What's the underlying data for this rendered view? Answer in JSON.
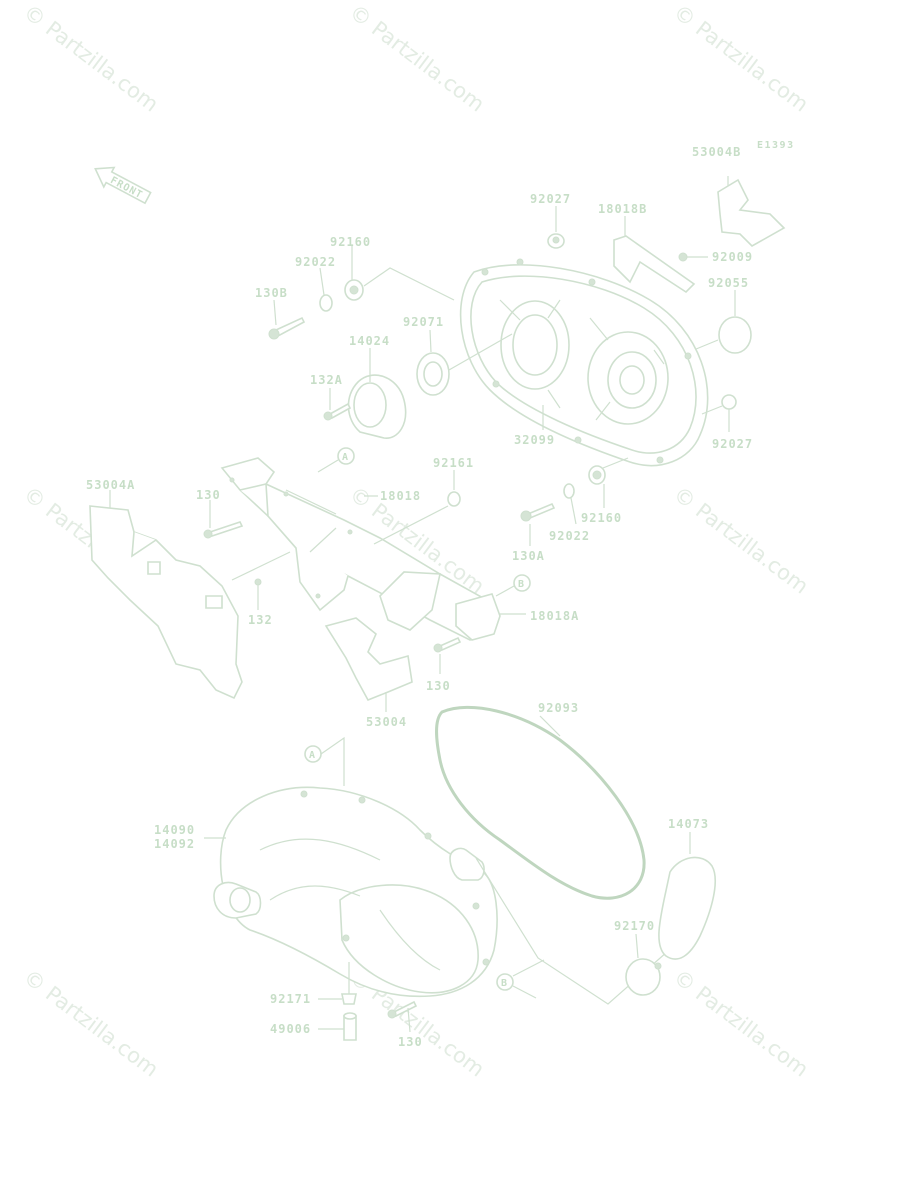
{
  "diagram": {
    "code": "E1393",
    "front_label": "FRONT",
    "watermark": "© Partzilla.com",
    "callouts": {
      "a": "A",
      "b": "B"
    },
    "labels": {
      "53004B": "53004B",
      "92027_top": "92027",
      "18018B": "18018B",
      "92160_top": "92160",
      "92022_top": "92022",
      "130B": "130B",
      "92009": "92009",
      "92055": "92055",
      "92071": "92071",
      "14024": "14024",
      "132A": "132A",
      "32099": "32099",
      "92027_right": "92027",
      "92161": "92161",
      "53004A": "53004A",
      "130_left": "130",
      "18018": "18018",
      "92160_mid": "92160",
      "92022_mid": "92022",
      "130A": "130A",
      "132": "132",
      "18018A": "18018A",
      "130_mid": "130",
      "53004": "53004",
      "92093": "92093",
      "14090": "14090",
      "14092": "14092",
      "14073": "14073",
      "92170": "92170",
      "92171": "92171",
      "49006": "49006",
      "130_bottom": "130"
    }
  }
}
